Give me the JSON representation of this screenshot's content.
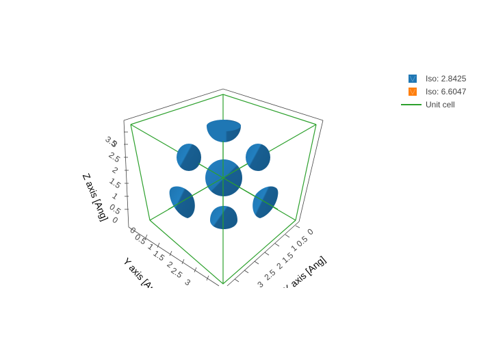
{
  "chart_data": {
    "type": "isosurface",
    "title": "",
    "axes": {
      "x": {
        "label": "X axis [Ang]",
        "ticks": [
          "0",
          "0.5",
          "1",
          "1.5",
          "2",
          "2.5",
          "3"
        ],
        "range": [
          0,
          3.9
        ]
      },
      "y": {
        "label": "Y axis [Ang]",
        "ticks": [
          "0",
          "0.5",
          "1",
          "1.5",
          "2",
          "2.5",
          "3"
        ],
        "range": [
          0,
          3.9
        ]
      },
      "z": {
        "label": "Z axis [Ang]",
        "ticks": [
          "0",
          "0.5",
          "1",
          "1.5",
          "2",
          "2.5",
          "3",
          "3.5"
        ],
        "range": [
          0,
          3.9
        ]
      }
    },
    "series": [
      {
        "name": "Iso: 2.8425",
        "type": "isosurface",
        "color": "#1f77b4",
        "visible_shapes": 7,
        "description": "central sphere at cell center plus six half-lobes on cube face centers"
      },
      {
        "name": "Iso: 6.6047",
        "type": "isosurface",
        "color": "#ff7f0e"
      },
      {
        "name": "Unit cell",
        "type": "line",
        "color": "#2ca02c"
      }
    ],
    "legend_position": "top-right",
    "grid": false
  },
  "legend": {
    "items": [
      {
        "label": "Iso: 2.8425",
        "color": "#1f77b4",
        "kind": "surface"
      },
      {
        "label": "Iso: 6.6047",
        "color": "#ff7f0e",
        "kind": "surface"
      },
      {
        "label": "Unit cell",
        "color": "#2ca02c",
        "kind": "line"
      }
    ]
  },
  "colors": {
    "iso_low": "#1f77b4",
    "iso_low_dark": "#17609a",
    "iso_high": "#ff7f0e",
    "cell": "#2ca02c",
    "axis_line": "#444444"
  },
  "axes": {
    "x_title": "X axis [Ang]",
    "y_title": "Y axis [Ang]",
    "z_title": "Z axis [Ang]",
    "x_ticks": [
      "0",
      "0.5",
      "1",
      "1.5",
      "2",
      "2.5",
      "3"
    ],
    "y_ticks": [
      "0",
      "0.5",
      "1",
      "1.5",
      "2",
      "2.5",
      "3"
    ],
    "z_ticks": [
      "0",
      "0.5",
      "1",
      "1.5",
      "2",
      "2.5",
      "3",
      "3.5"
    ]
  }
}
